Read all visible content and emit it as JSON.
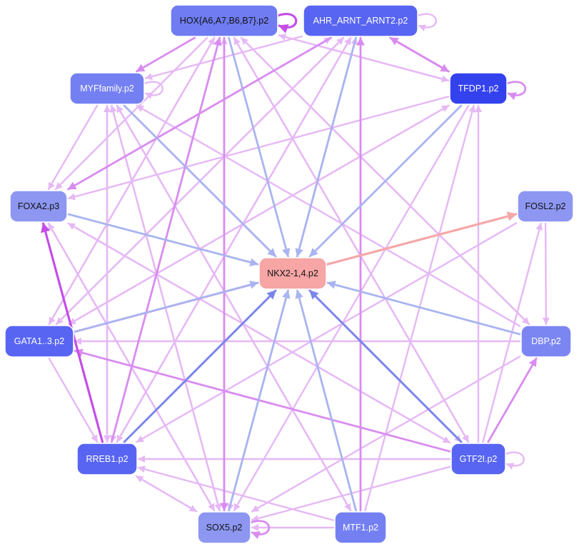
{
  "colors": {
    "edge_light": "#e6b8f5",
    "edge_mid": "#d98cf0",
    "edge_strong": "#c44ee6",
    "edge_blue": "#a9b4f0",
    "edge_blue_strong": "#7b86ea",
    "edge_red": "#f5a8a8"
  },
  "nodes": [
    {
      "id": "hox",
      "label": "HOX{A6,A7,B6,B7}.p2",
      "fill": "#6f7cf2",
      "text": "dark"
    },
    {
      "id": "ahr",
      "label": "AHR_ARNT_ARNT2.p2",
      "fill": "#5865f2",
      "text": "light"
    },
    {
      "id": "myf",
      "label": "MYFfamily.p2",
      "fill": "#7480f2",
      "text": "light"
    },
    {
      "id": "tfdp1",
      "label": "TFDP1.p2",
      "fill": "#3442ee",
      "text": "light"
    },
    {
      "id": "foxa2",
      "label": "FOXA2.p3",
      "fill": "#8d97f2",
      "text": "dark"
    },
    {
      "id": "fosl2",
      "label": "FOSL2.p2",
      "fill": "#8d97f2",
      "text": "dark"
    },
    {
      "id": "nkx",
      "label": "NKX2-1,4.p2",
      "fill": "#f7a5a5",
      "text": "dark"
    },
    {
      "id": "gata",
      "label": "GATA1..3.p2",
      "fill": "#5865f2",
      "text": "light"
    },
    {
      "id": "dbp",
      "label": "DBP.p2",
      "fill": "#7c86f2",
      "text": "light"
    },
    {
      "id": "rreb1",
      "label": "RREB1.p2",
      "fill": "#5865f2",
      "text": "light"
    },
    {
      "id": "gtf2i",
      "label": "GTF2I.p2",
      "fill": "#5865f2",
      "text": "light"
    },
    {
      "id": "sox5",
      "label": "SOX5.p2",
      "fill": "#8d97f2",
      "text": "dark"
    },
    {
      "id": "mtf1",
      "label": "MTF1.p2",
      "fill": "#7480f2",
      "text": "light"
    }
  ],
  "edges": [
    {
      "from": "hox",
      "to": "hox",
      "tone": "strong"
    },
    {
      "from": "ahr",
      "to": "ahr",
      "tone": "light"
    },
    {
      "from": "myf",
      "to": "myf",
      "tone": "light"
    },
    {
      "from": "tfdp1",
      "to": "tfdp1",
      "tone": "mid"
    },
    {
      "from": "sox5",
      "to": "sox5",
      "tone": "mid"
    },
    {
      "from": "gtf2i",
      "to": "gtf2i",
      "tone": "light"
    },
    {
      "from": "nkx",
      "to": "fosl2",
      "tone": "red"
    },
    {
      "from": "hox",
      "to": "nkx",
      "tone": "blue"
    },
    {
      "from": "ahr",
      "to": "nkx",
      "tone": "blue"
    },
    {
      "from": "tfdp1",
      "to": "nkx",
      "tone": "blue"
    },
    {
      "from": "foxa2",
      "to": "nkx",
      "tone": "blue"
    },
    {
      "from": "myf",
      "to": "nkx",
      "tone": "blue"
    },
    {
      "from": "gata",
      "to": "nkx",
      "tone": "blue"
    },
    {
      "from": "dbp",
      "to": "nkx",
      "tone": "blue"
    },
    {
      "from": "rreb1",
      "to": "nkx",
      "tone": "blue_strong"
    },
    {
      "from": "gtf2i",
      "to": "nkx",
      "tone": "blue_strong"
    },
    {
      "from": "sox5",
      "to": "nkx",
      "tone": "blue"
    },
    {
      "from": "mtf1",
      "to": "nkx",
      "tone": "blue"
    },
    {
      "from": "hox",
      "to": "myf",
      "tone": "mid"
    },
    {
      "from": "hox",
      "to": "sox5",
      "tone": "mid"
    },
    {
      "from": "hox",
      "to": "foxa2",
      "tone": "light"
    },
    {
      "from": "hox",
      "to": "gata",
      "tone": "light"
    },
    {
      "from": "hox",
      "to": "rreb1",
      "tone": "light"
    },
    {
      "from": "hox",
      "to": "gtf2i",
      "tone": "light"
    },
    {
      "from": "hox",
      "to": "dbp",
      "tone": "light"
    },
    {
      "from": "hox",
      "to": "tfdp1",
      "tone": "light"
    },
    {
      "from": "ahr",
      "to": "tfdp1",
      "tone": "mid"
    },
    {
      "from": "ahr",
      "to": "foxa2",
      "tone": "mid"
    },
    {
      "from": "ahr",
      "to": "gata",
      "tone": "light"
    },
    {
      "from": "ahr",
      "to": "rreb1",
      "tone": "light"
    },
    {
      "from": "ahr",
      "to": "sox5",
      "tone": "light"
    },
    {
      "from": "ahr",
      "to": "myf",
      "tone": "light"
    },
    {
      "from": "tfdp1",
      "to": "ahr",
      "tone": "mid"
    },
    {
      "from": "tfdp1",
      "to": "foxa2",
      "tone": "light"
    },
    {
      "from": "tfdp1",
      "to": "gata",
      "tone": "light"
    },
    {
      "from": "tfdp1",
      "to": "sox5",
      "tone": "light"
    },
    {
      "from": "tfdp1",
      "to": "hox",
      "tone": "light"
    },
    {
      "from": "myf",
      "to": "foxa2",
      "tone": "light"
    },
    {
      "from": "myf",
      "to": "gtf2i",
      "tone": "light"
    },
    {
      "from": "myf",
      "to": "sox5",
      "tone": "light"
    },
    {
      "from": "myf",
      "to": "rreb1",
      "tone": "light"
    },
    {
      "from": "myf",
      "to": "mtf1",
      "tone": "light"
    },
    {
      "from": "rreb1",
      "to": "foxa2",
      "tone": "strong"
    },
    {
      "from": "rreb1",
      "to": "hox",
      "tone": "mid"
    },
    {
      "from": "rreb1",
      "to": "ahr",
      "tone": "light"
    },
    {
      "from": "rreb1",
      "to": "myf",
      "tone": "light"
    },
    {
      "from": "rreb1",
      "to": "sox5",
      "tone": "light"
    },
    {
      "from": "gtf2i",
      "to": "gata",
      "tone": "mid"
    },
    {
      "from": "gtf2i",
      "to": "dbp",
      "tone": "mid"
    },
    {
      "from": "gtf2i",
      "to": "rreb1",
      "tone": "light"
    },
    {
      "from": "gtf2i",
      "to": "sox5",
      "tone": "light"
    },
    {
      "from": "gtf2i",
      "to": "tfdp1",
      "tone": "light"
    },
    {
      "from": "gtf2i",
      "to": "fosl2",
      "tone": "light"
    },
    {
      "from": "gtf2i",
      "to": "foxa2",
      "tone": "light"
    },
    {
      "from": "gtf2i",
      "to": "hox",
      "tone": "light"
    },
    {
      "from": "mtf1",
      "to": "ahr",
      "tone": "mid"
    },
    {
      "from": "mtf1",
      "to": "rreb1",
      "tone": "light"
    },
    {
      "from": "mtf1",
      "to": "sox5",
      "tone": "light"
    },
    {
      "from": "mtf1",
      "to": "myf",
      "tone": "light"
    },
    {
      "from": "mtf1",
      "to": "tfdp1",
      "tone": "light"
    },
    {
      "from": "sox5",
      "to": "hox",
      "tone": "light"
    },
    {
      "from": "sox5",
      "to": "ahr",
      "tone": "light"
    },
    {
      "from": "sox5",
      "to": "myf",
      "tone": "light"
    },
    {
      "from": "sox5",
      "to": "foxa2",
      "tone": "light"
    },
    {
      "from": "sox5",
      "to": "rreb1",
      "tone": "light"
    },
    {
      "from": "gata",
      "to": "fosl2",
      "tone": "mid"
    },
    {
      "from": "gata",
      "to": "rreb1",
      "tone": "light"
    },
    {
      "from": "gata",
      "to": "hox",
      "tone": "light"
    },
    {
      "from": "gata",
      "to": "ahr",
      "tone": "light"
    },
    {
      "from": "gata",
      "to": "tfdp1",
      "tone": "light"
    },
    {
      "from": "foxa2",
      "to": "gtf2i",
      "tone": "light"
    },
    {
      "from": "foxa2",
      "to": "sox5",
      "tone": "light"
    },
    {
      "from": "foxa2",
      "to": "ahr",
      "tone": "light"
    },
    {
      "from": "fosl2",
      "to": "dbp",
      "tone": "light"
    },
    {
      "from": "fosl2",
      "to": "rreb1",
      "tone": "light"
    },
    {
      "from": "dbp",
      "to": "sox5",
      "tone": "light"
    },
    {
      "from": "dbp",
      "to": "hox",
      "tone": "light"
    },
    {
      "from": "dbp",
      "to": "myf",
      "tone": "light"
    },
    {
      "from": "dbp",
      "to": "gata",
      "tone": "light"
    }
  ]
}
